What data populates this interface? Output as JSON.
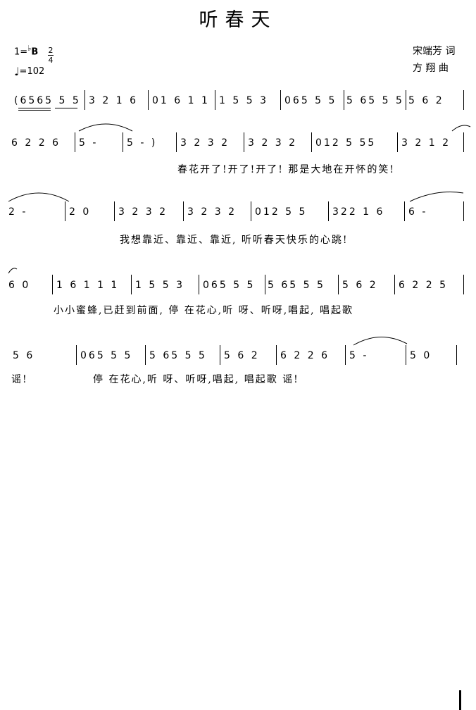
{
  "title": "听春天",
  "header": {
    "key": "1=",
    "key_accidental": "♭",
    "key_note": "B",
    "meter_top": "2",
    "meter_bottom": "4",
    "tempo_value": "=102",
    "lyricist": "宋端芳 词",
    "composer": "方   翔 曲"
  },
  "rows": [
    {
      "segs": [
        "(6565  5 5",
        "3 2   1 6",
        "01 6  1 1",
        "1 5   5 3",
        "065  5 5",
        "5 65  5 5",
        "5 6   2"
      ],
      "lyric": ""
    },
    {
      "segs": [
        "6 2  2 6",
        "5 -",
        "5 -  )",
        "3 2  3 2",
        "3 2  3 2",
        "012  5 55",
        "3 2  1 2"
      ],
      "lyric": "春花开了!开了!开了!  那是大地在开怀的笑!"
    },
    {
      "segs": [
        "2 -",
        "2   0",
        "3 2  3 2",
        "3 2  3 2",
        "012  5 5",
        "322  1 6",
        "6 -"
      ],
      "lyric": "我想靠近、靠近、靠近,  听听春天快乐的心跳!"
    },
    {
      "segs": [
        "6   0",
        "1 6  1 1 1",
        "1 5  5 3",
        "065  5 5",
        "5 65  5 5",
        "5 6  2",
        "6 2  2 5"
      ],
      "lyric": "小小蜜蜂,已赶到前面, 停 在花心,听 呀、听呀,唱起, 唱起歌"
    },
    {
      "segs": [
        "5    6",
        "065  5 5",
        "5 65  5 5",
        "5 6  2",
        "6 2  2 6",
        "5 -",
        "5   0"
      ],
      "lyric_left": "谣!",
      "lyric": "停 在花心,听 呀、听呀,唱起, 唱起歌   谣!"
    }
  ]
}
